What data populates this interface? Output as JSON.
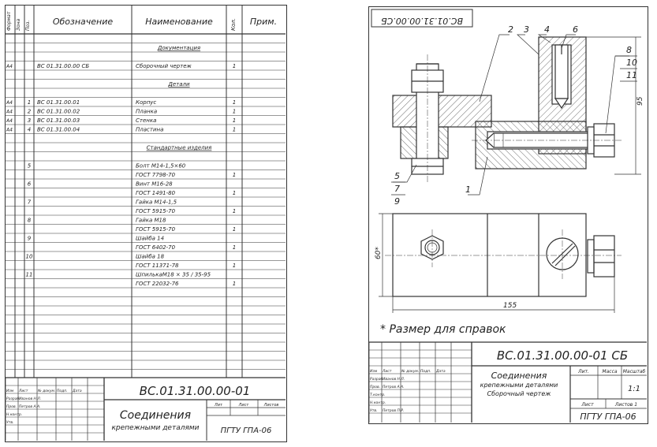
{
  "spec": {
    "headers": {
      "format": "Формат",
      "zone": "Зона",
      "pos": "Поз.",
      "designation": "Обозначение",
      "name": "Наименование",
      "qty": "Кол.",
      "note": "Прим."
    },
    "sections": [
      {
        "title": "Документация",
        "rows": [
          {
            "format": "А4",
            "pos": "",
            "designation": "ВС 01.31.00.00 СБ",
            "name": "Сборочный чертеж",
            "qty": "1"
          }
        ]
      },
      {
        "title": "Детали",
        "rows": [
          {
            "format": "А4",
            "pos": "1",
            "designation": "ВС 01.31.00.01",
            "name": "Корпус",
            "qty": "1"
          },
          {
            "format": "А4",
            "pos": "2",
            "designation": "ВС 01.31.00.02",
            "name": "Планка",
            "qty": "1"
          },
          {
            "format": "А4",
            "pos": "3",
            "designation": "ВС 01.31.00.03",
            "name": "Стенка",
            "qty": "1"
          },
          {
            "format": "А4",
            "pos": "4",
            "designation": "ВС 01.31.00.04",
            "name": "Пластина",
            "qty": "1"
          }
        ]
      },
      {
        "title": "Стандартные изделия",
        "rows": [
          {
            "pos": "5",
            "name": "Болт М14-1,5×60",
            "qty": ""
          },
          {
            "pos": "",
            "name": "ГОСТ 7798-70",
            "qty": "1"
          },
          {
            "pos": "6",
            "name": "Винт М16-28",
            "qty": ""
          },
          {
            "pos": "",
            "name": "ГОСТ 1491-80",
            "qty": "1"
          },
          {
            "pos": "7",
            "name": "Гайка М14-1,5",
            "qty": ""
          },
          {
            "pos": "",
            "name": "ГОСТ 5915-70",
            "qty": "1"
          },
          {
            "pos": "8",
            "name": "Гайка М18",
            "qty": ""
          },
          {
            "pos": "",
            "name": "ГОСТ 5915-70",
            "qty": "1"
          },
          {
            "pos": "9",
            "name": "Шайба 14",
            "qty": ""
          },
          {
            "pos": "",
            "name": "ГОСТ 6402-70",
            "qty": "1"
          },
          {
            "pos": "10",
            "name": "Шайба 18",
            "qty": ""
          },
          {
            "pos": "",
            "name": "ГОСТ 11371-78",
            "qty": "1"
          },
          {
            "pos": "11",
            "name": "ШпилькаМ18 × 35 / 35-95",
            "qty": ""
          },
          {
            "pos": "",
            "name": "ГОСТ 22032-76",
            "qty": "1"
          }
        ]
      }
    ],
    "stamp": {
      "code": "ВС.01.31.00.00-01",
      "title1": "Соединения",
      "title2": "крепежными деталями",
      "org": "ПГТУ ГПА-06",
      "lit": "Лит",
      "sheet": "Лист",
      "sheets": "Листов",
      "row_labels": [
        "Изм",
        "Лист",
        "№ докум.",
        "Подп.",
        "Дата"
      ],
      "people": [
        {
          "role": "Разраб.",
          "name": "Иванов Н.Л."
        },
        {
          "role": "Пров.",
          "name": "Петров А.А."
        },
        {
          "role": "Н.контр.",
          "name": ""
        },
        {
          "role": "Утв.",
          "name": ""
        }
      ]
    }
  },
  "drawing": {
    "corner_code": "ВС.01.31.00.00.СБ",
    "callouts": [
      "2",
      "3",
      "4",
      "6",
      "8",
      "10",
      "11",
      "5",
      "7",
      "9",
      "1"
    ],
    "dims": {
      "height": "95",
      "width": "155",
      "side": "60*"
    },
    "footnote": "* Размер для справок",
    "stamp": {
      "code": "ВС.01.31.00.00-01 СБ",
      "title1": "Соединения",
      "title2": "крепежными деталями",
      "title3": "Сборочный чертеж",
      "org": "ПГТУ ГПА-06",
      "lit": "Лит.",
      "mass": "Масса",
      "scale": "Масштаб",
      "scale_val": "1:1",
      "sheet": "Лист",
      "sheets": "Листов 1",
      "row_labels": [
        "Изм",
        "Лист",
        "№ докум.",
        "Подп.",
        "Дата"
      ],
      "people": [
        {
          "role": "Разраб.",
          "name": "Иванов Н.Л."
        },
        {
          "role": "Пров.",
          "name": "Петров А.А."
        },
        {
          "role": "Т.контр.",
          "name": ""
        },
        {
          "role": "Н.контр.",
          "name": ""
        },
        {
          "role": "Утв.",
          "name": "Петров П.Р."
        }
      ]
    }
  }
}
